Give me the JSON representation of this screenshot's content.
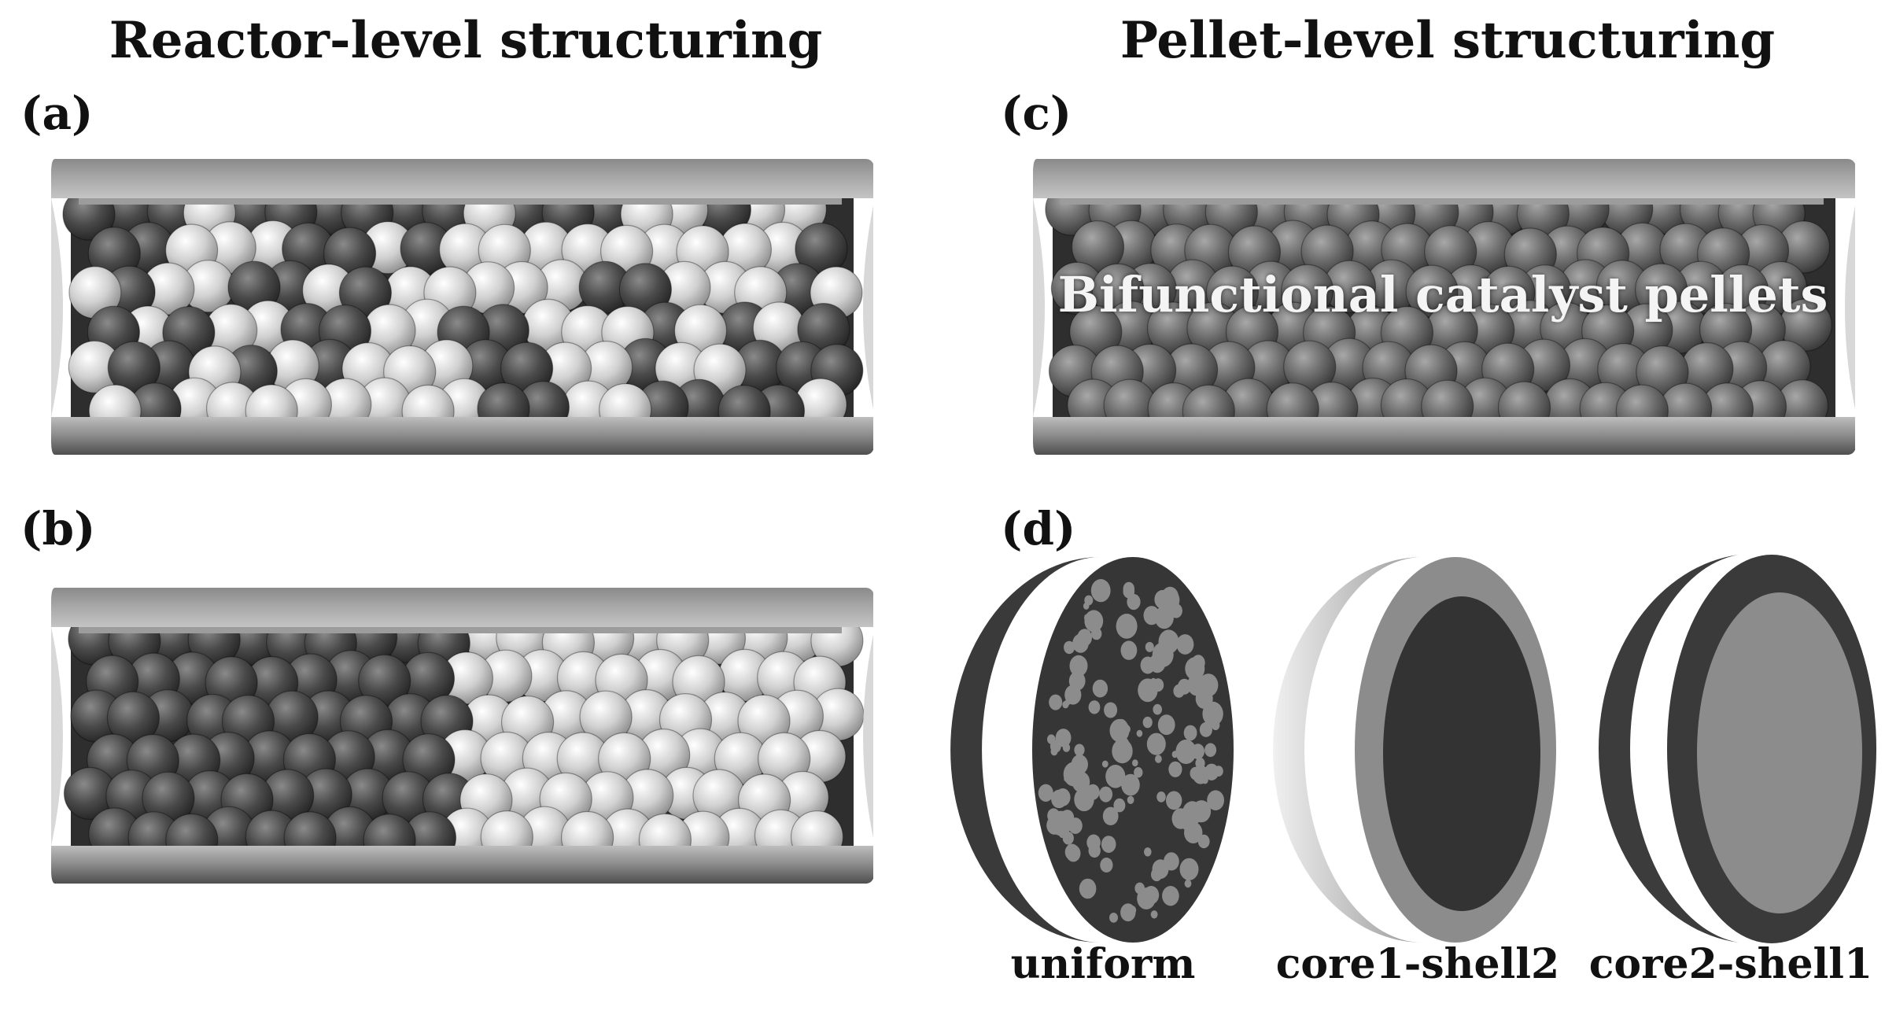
{
  "headings": {
    "reactor": "Reactor-level structuring",
    "pellet": "Pellet-level structuring"
  },
  "panels": {
    "a": "(a)",
    "b": "(b)",
    "c": "(c)",
    "d": "(d)"
  },
  "overlay_text": "Bifunctional catalyst pellets",
  "pellet_types": [
    "uniform",
    "core1-shell2",
    "core2-shell1"
  ],
  "colors": {
    "dark_pellet": "#4a4a4a",
    "light_pellet": "#d2d2d2",
    "mid_pellet": "#6e6e6e",
    "tube_light": "#b5b5b5",
    "tube_dark": "#5c5c5c",
    "core_dark": "#333333",
    "shell_gray": "#8c8c8c"
  }
}
